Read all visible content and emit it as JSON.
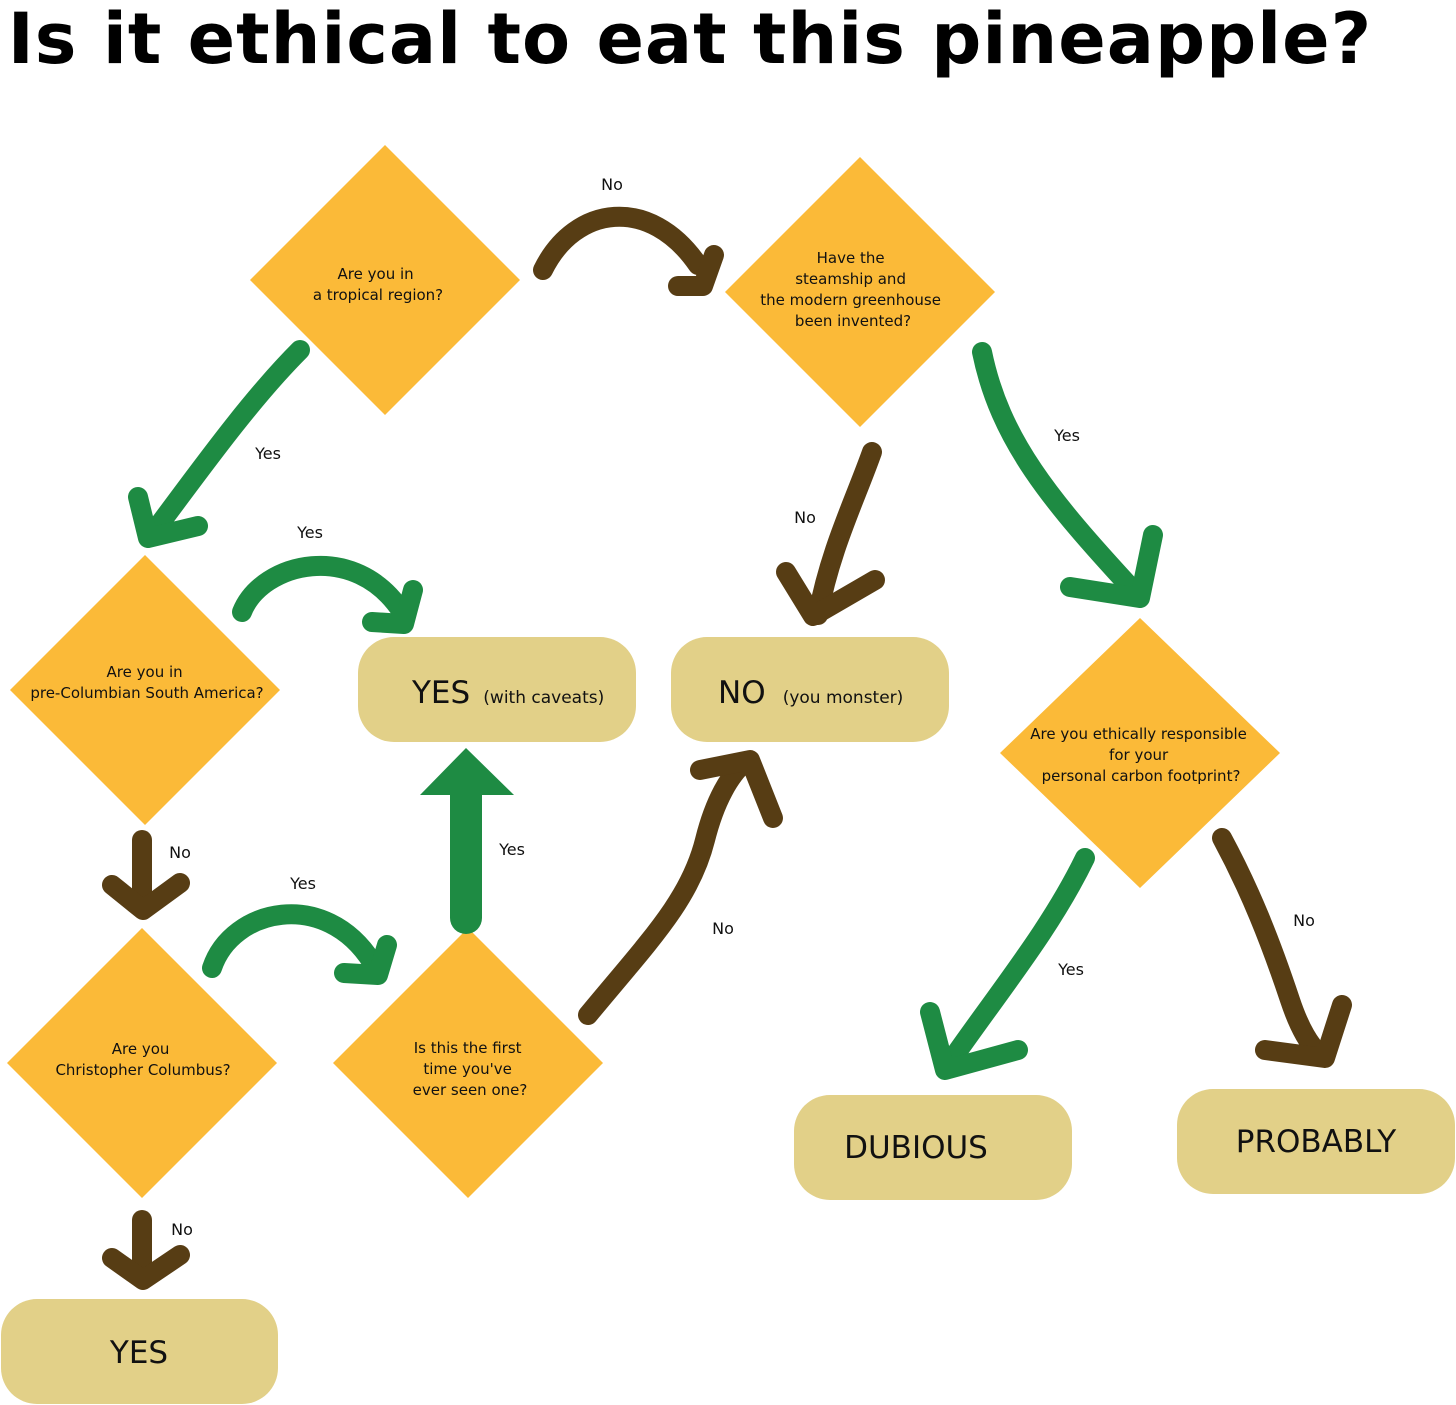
{
  "title": "Is it ethical to eat this pineapple?",
  "colors": {
    "decision": "#FBBA38",
    "outcome": "#E2D088",
    "yes_arrow": "#1E8B43",
    "no_arrow": "#573D14",
    "text": "#111111"
  },
  "decisions": {
    "tropical": [
      "Are you in",
      "a tropical region?"
    ],
    "steamship": [
      "Have the",
      "steamship and",
      "the modern greenhouse",
      "been invented?"
    ],
    "pre_columbian": [
      "Are you in",
      "pre-Columbian South America?"
    ],
    "columbus": [
      "Are you",
      "Christopher Columbus?"
    ],
    "first_time": [
      "Is this the first",
      "time you've",
      "ever seen one?"
    ],
    "carbon": [
      "Are you ethically responsible",
      "for your",
      "personal carbon footprint?"
    ]
  },
  "outcomes": {
    "yes_caveats": {
      "main": "YES",
      "sub": "(with caveats)"
    },
    "no_monster": {
      "main": "NO",
      "sub": "(you monster)"
    },
    "yes": {
      "main": "YES"
    },
    "dubious": {
      "main": "DUBIOUS"
    },
    "probably": {
      "main": "PROBABLY"
    }
  },
  "edges": {
    "tropical_no": "No",
    "tropical_yes": "Yes",
    "steamship_no": "No",
    "steamship_yes": "Yes",
    "precolumbian_yes": "Yes",
    "precolumbian_no": "No",
    "columbus_yes": "Yes",
    "columbus_no": "No",
    "firsttime_yes": "Yes",
    "firsttime_no": "No",
    "carbon_yes": "Yes",
    "carbon_no": "No"
  }
}
